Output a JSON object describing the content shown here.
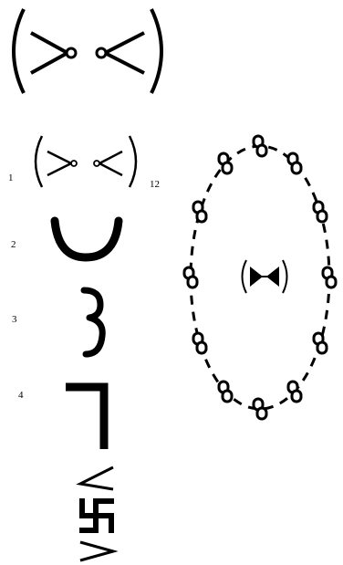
{
  "figure": {
    "labels": [
      "1",
      "12",
      "2",
      "3",
      "4"
    ],
    "icons": {
      "top_symbol": "bracketed-bowtie-icon",
      "small_symbol": "bracketed-bowtie-icon",
      "curve": "smile-curve-icon",
      "hook": "three-bump-icon",
      "angle": "right-angle-icon",
      "swastika_group": "bracketed-swastika-icon",
      "ring": "chain-ring-icon",
      "ring_center": "bracketed-bowtie-icon"
    },
    "link_count": 12,
    "colors": {
      "ink": "#000000",
      "paper": "#ffffff"
    }
  }
}
